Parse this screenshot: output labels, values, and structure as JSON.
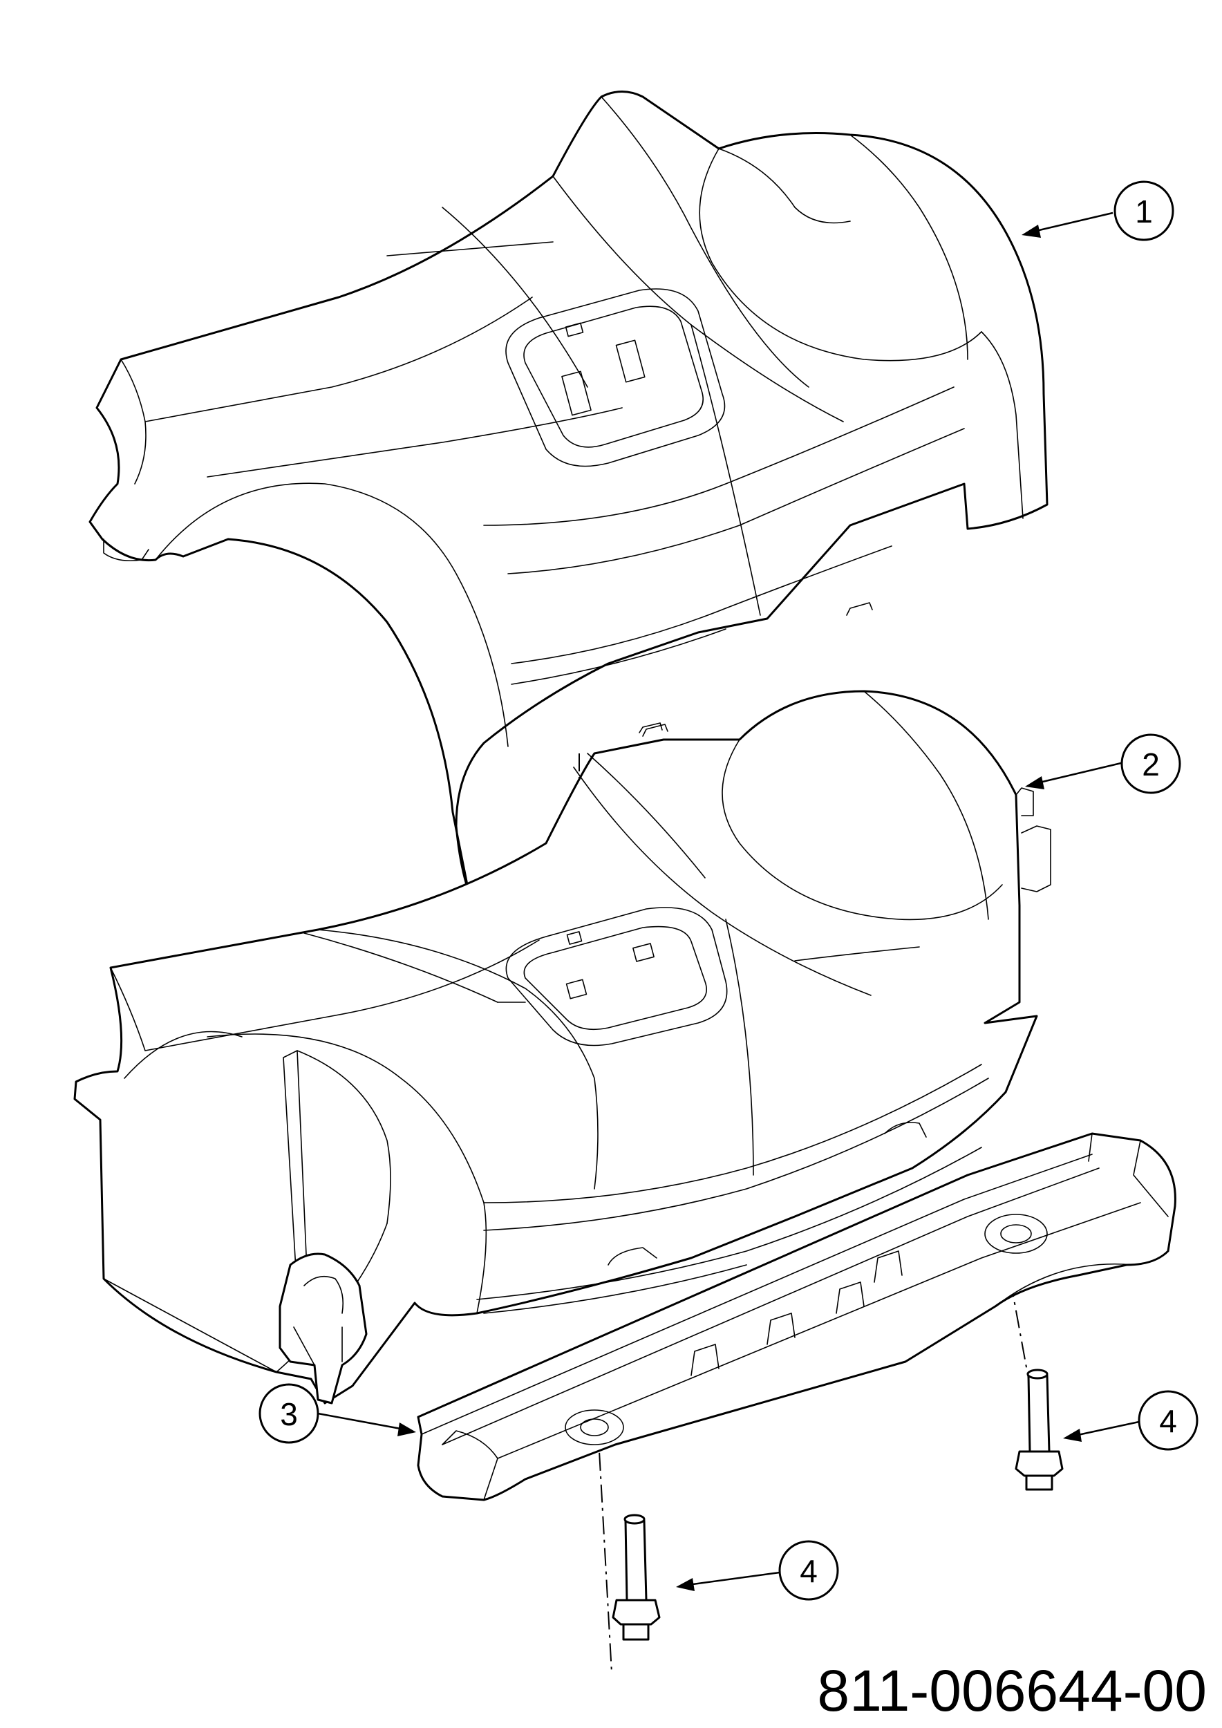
{
  "callouts": [
    {
      "number": "1"
    },
    {
      "number": "2"
    },
    {
      "number": "3"
    },
    {
      "number": "4"
    },
    {
      "number": "4"
    }
  ],
  "drawing_number": "811-006644-00"
}
